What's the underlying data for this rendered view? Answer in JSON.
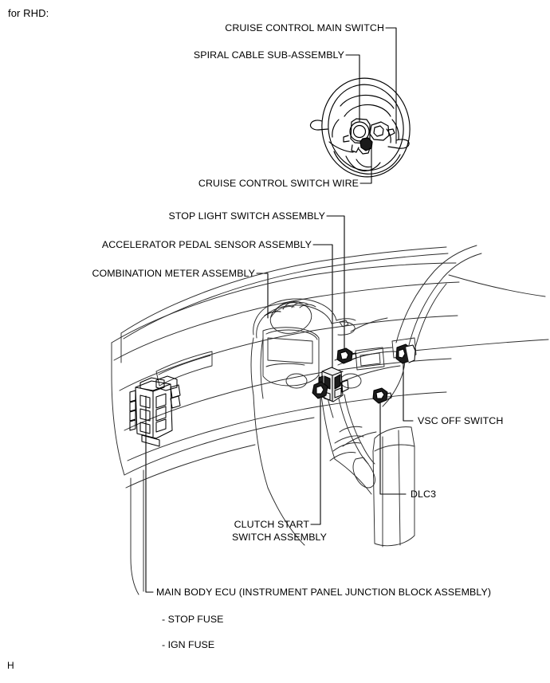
{
  "page": {
    "intro_text": "for RHD:",
    "footer_mark": "H",
    "background_color": "#ffffff",
    "line_color": "#000000",
    "thin_line_color": "#3a3a3a"
  },
  "labels": {
    "cruise_control_main_switch": "CRUISE CONTROL MAIN SWITCH",
    "spiral_cable_sub_assembly": "SPIRAL CABLE SUB-ASSEMBLY",
    "cruise_control_switch_wire": "CRUISE CONTROL SWITCH WIRE",
    "stop_light_switch_assembly": "STOP LIGHT SWITCH ASSEMBLY",
    "accelerator_pedal_sensor_assembly": "ACCELERATOR PEDAL SENSOR ASSEMBLY",
    "combination_meter_assembly": "COMBINATION METER ASSEMBLY",
    "vsc_off_switch": "VSC OFF SWITCH",
    "dlc3": "DLC3",
    "clutch_start_switch_line1": "CLUTCH START",
    "clutch_start_switch_line2": "SWITCH ASSEMBLY",
    "main_body_ecu": "MAIN BODY ECU (INSTRUMENT PANEL JUNCTION BLOCK ASSEMBLY)",
    "stop_fuse": "- STOP FUSE",
    "ign_fuse": "- IGN FUSE"
  },
  "diagram": {
    "figure_1_name": "steering-wheel-assembly",
    "figure_2_name": "instrument-panel-assembly",
    "callout_count": 10
  }
}
